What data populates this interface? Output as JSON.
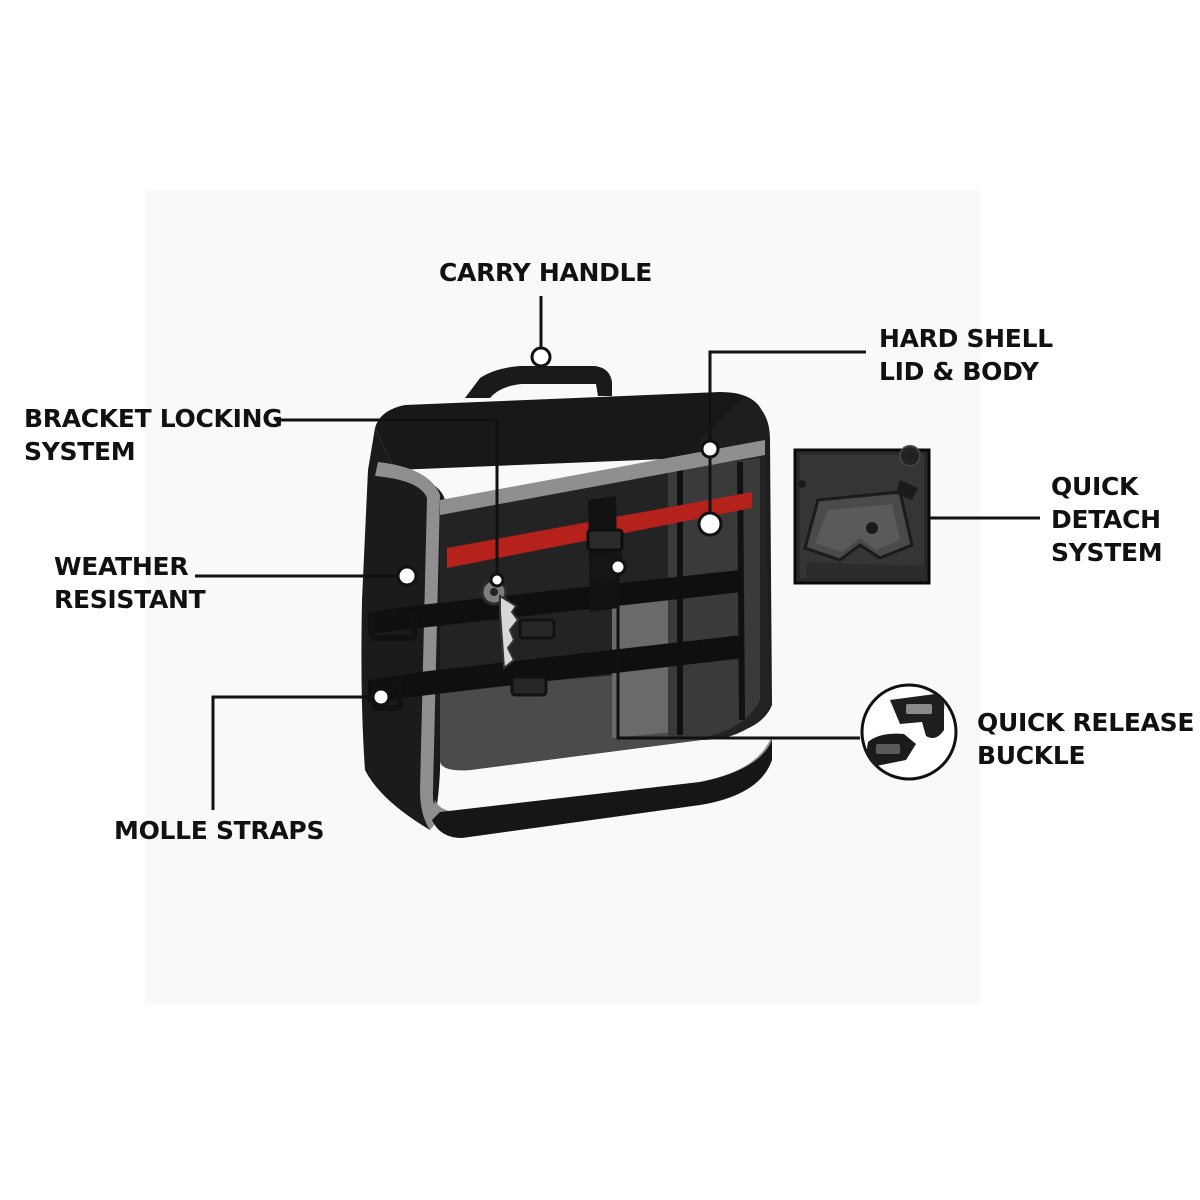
{
  "diagram": {
    "callouts": {
      "carry_handle": [
        "CARRY HANDLE"
      ],
      "hard_shell": [
        "HARD SHELL",
        "LID & BODY"
      ],
      "bracket_locking": [
        "BRACKET LOCKING",
        "SYSTEM"
      ],
      "quick_detach": [
        "QUICK",
        "DETACH",
        "SYSTEM"
      ],
      "weather_resistant": [
        "WEATHER",
        "RESISTANT"
      ],
      "quick_release": [
        "QUICK RELEASE",
        "BUCKLE"
      ],
      "molle_straps": [
        "MOLLE STRAPS"
      ]
    }
  },
  "colors": {
    "text": "#111111",
    "bag_body": "#1c1c1c",
    "trim": "#8f8f8f",
    "accent_red": "#b5221c"
  }
}
